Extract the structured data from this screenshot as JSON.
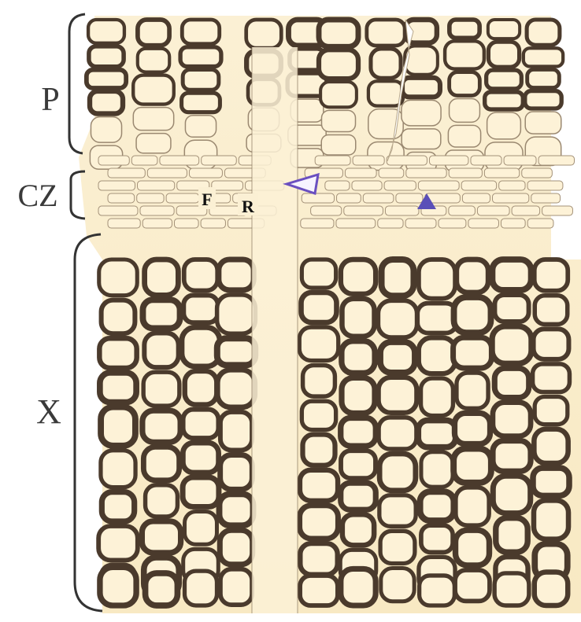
{
  "figure": {
    "zone_labels": [
      {
        "id": "phloem",
        "text": "P"
      },
      {
        "id": "cambial-zone",
        "text": "CZ"
      },
      {
        "id": "xylem",
        "text": "X"
      }
    ],
    "inner_labels": [
      {
        "id": "fusiform",
        "text": "F"
      },
      {
        "id": "ray",
        "text": "R"
      }
    ],
    "markers": [
      {
        "name": "open-triangle-marker",
        "style": "outline",
        "color": "#6a4fc0"
      },
      {
        "name": "filled-triangle-marker",
        "style": "filled",
        "color": "#5a4fb8"
      }
    ],
    "colors": {
      "background": "#ffffff",
      "tissue": "#fbeecb",
      "wall": "#5a4636",
      "bracket": "#333333"
    }
  }
}
